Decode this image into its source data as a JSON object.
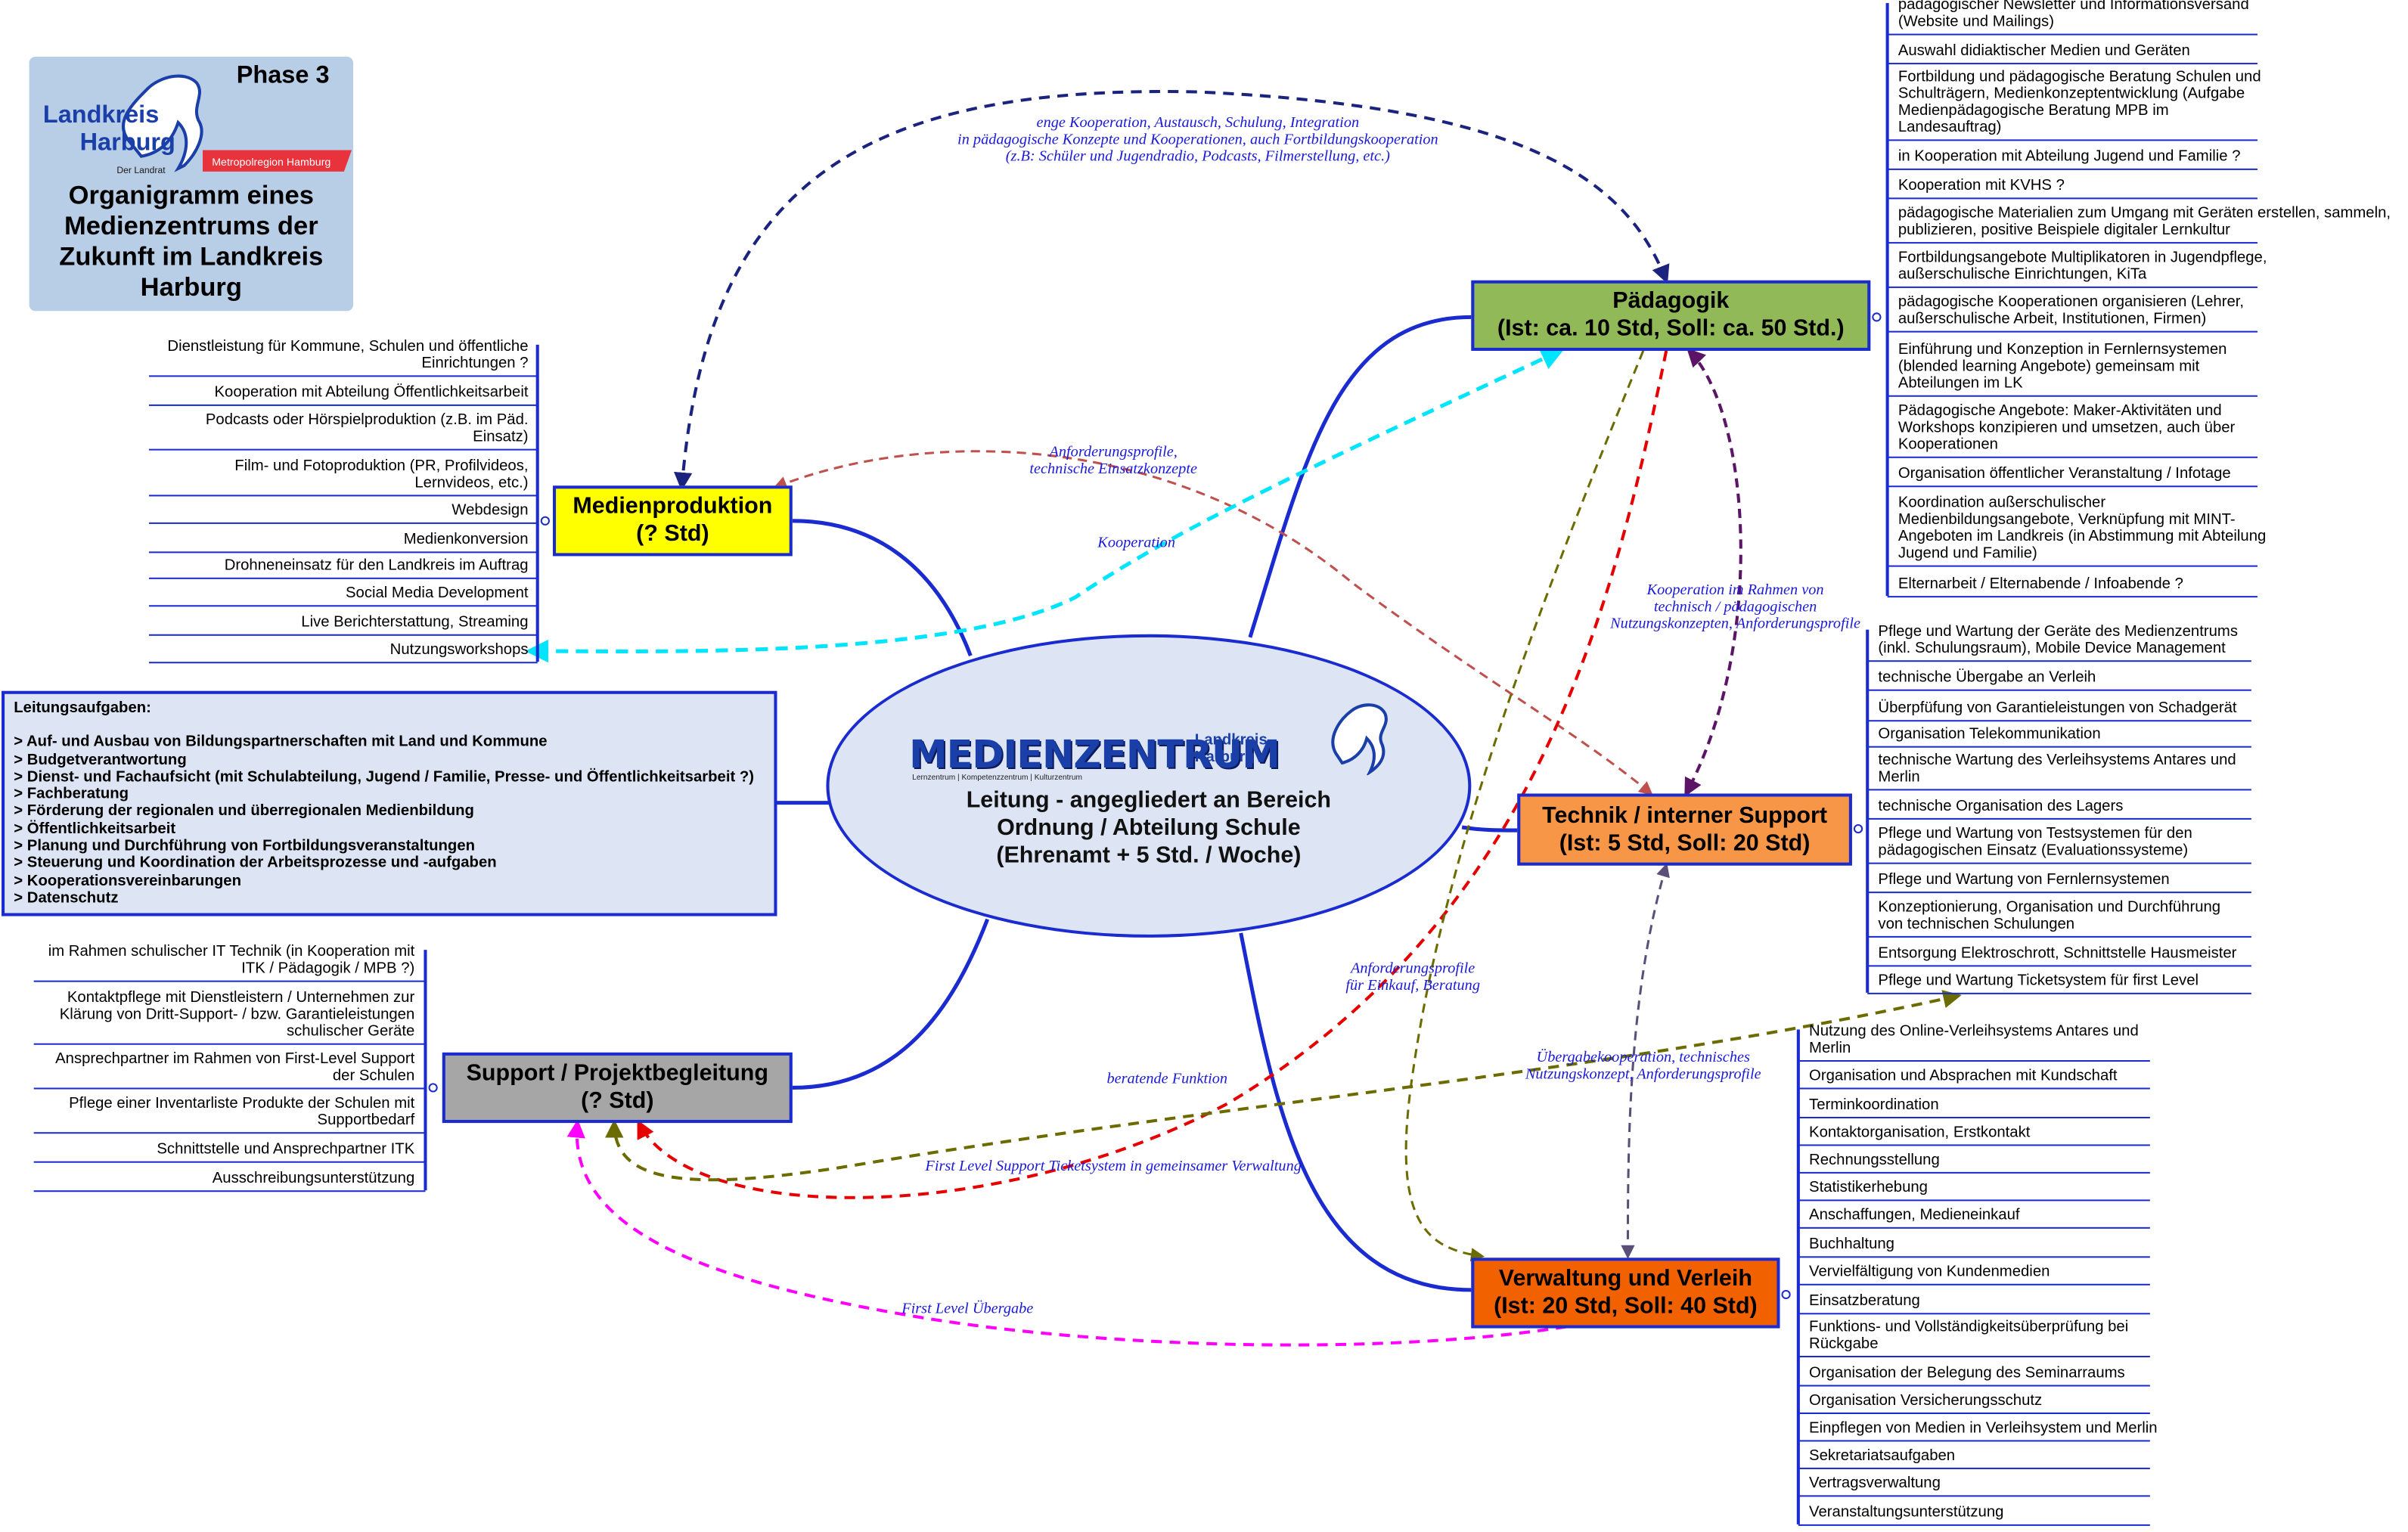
{
  "header": {
    "phase": "Phase 3",
    "logo_text": [
      "Landkreis",
      "Harburg",
      "Der Landrat",
      "Metropolregion Hamburg"
    ],
    "title": [
      "Organigramm eines",
      "Medienzentrums der",
      "Zukunft im Landkreis",
      "Harburg"
    ]
  },
  "central": {
    "brand": "MEDIENZENTRUM",
    "brand_sub": "Lernzentrum | Kompetenzzentrum | Kulturzentrum",
    "brand_lk": [
      "Landkreis",
      "Harburg"
    ],
    "lines": [
      "Leitung - angegliedert an Bereich",
      "Ordnung / Abteilung Schule",
      "(Ehrenamt + 5 Std. / Woche)"
    ]
  },
  "nodes": {
    "medienproduktion": {
      "lines": [
        "Medienproduktion",
        "(? Std)"
      ],
      "color": "#ffff00"
    },
    "paedagogik": {
      "lines": [
        "Pädagogik",
        "(Ist: ca. 10 Std, Soll: ca. 50 Std.)"
      ],
      "color": "#92b957"
    },
    "technik": {
      "lines": [
        "Technik / interner Support",
        "(Ist: 5 Std, Soll: 20 Std)"
      ],
      "color": "#f79646"
    },
    "support": {
      "lines": [
        "Support / Projektbegleitung",
        "(? Std)"
      ],
      "color": "#a6a6a6"
    },
    "verwaltung": {
      "lines": [
        "Verwaltung und Verleih",
        "(Ist: 20 Std, Soll: 40 Std)"
      ],
      "color": "#f26100"
    }
  },
  "leitung": {
    "heading": "Leitungsaufgaben:",
    "items": [
      "> Auf- und Ausbau von Bildungspartnerschaften mit Land und Kommune",
      "> Budgetverantwortung",
      "> Dienst-  und Fachaufsicht (mit Schulabteilung, Jugend / Familie, Presse- und Öffentlichkeitsarbeit ?)",
      "> Fachberatung",
      "> Förderung der regionalen und überregionalen Medienbildung",
      "> Öffentlichkeitsarbeit",
      "> Planung und Durchführung von Fortbildungsveranstaltungen",
      "> Steuerung und Koordination der Arbeitsprozesse und -aufgaben",
      "> Kooperationsvereinbarungen",
      "> Datenschutz"
    ]
  },
  "leaves": {
    "medienproduktion": [
      [
        "Dienstleistung für Kommune, Schulen und öffentliche",
        "Einrichtungen ?"
      ],
      [
        "Kooperation mit Abteilung Öffentlichkeitsarbeit"
      ],
      [
        "Podcasts oder Hörspielproduktion (z.B. im Päd.",
        "Einsatz)"
      ],
      [
        "Film- und Fotoproduktion (PR, Profilvideos,",
        "Lernvideos, etc.)"
      ],
      [
        "Webdesign"
      ],
      [
        "Medienkonversion"
      ],
      [
        "Drohneneinsatz für den Landkreis im Auftrag"
      ],
      [
        "Social Media Development"
      ],
      [
        "Live Berichterstattung, Streaming"
      ],
      [
        "Nutzungsworkshops"
      ]
    ],
    "support": [
      [
        "im Rahmen schulischer IT Technik (in Kooperation mit",
        "ITK / Pädagogik / MPB ?)"
      ],
      [
        "Kontaktpflege mit Dienstleistern / Unternehmen zur",
        "Klärung von Dritt-Support- / bzw. Garantieleistungen",
        "schulischer Geräte"
      ],
      [
        "Ansprechpartner im Rahmen von First-Level Support",
        "der Schulen"
      ],
      [
        "Pflege einer Inventarliste Produkte der Schulen mit",
        "Supportbedarf"
      ],
      [
        "Schnittstelle und Ansprechpartner ITK"
      ],
      [
        "Ausschreibungsunterstützung"
      ]
    ],
    "paedagogik": [
      [
        "pädagogischer Newsletter und Informationsversand",
        "(Website und Mailings)"
      ],
      [
        "Auswahl didiaktischer Medien und Geräten"
      ],
      [
        "Fortbildung und pädagogische Beratung Schulen und",
        "Schulträgern, Medienkonzeptentwicklung (Aufgabe",
        "Medienpädagogische Beratung MPB im",
        "Landesauftrag)"
      ],
      [
        "in Kooperation mit Abteilung Jugend und Familie ?"
      ],
      [
        "Kooperation mit KVHS ?"
      ],
      [
        "pädagogische Materialien zum Umgang mit Geräten erstellen,  sammeln,",
        "publizieren, positive Beispiele digitaler Lernkultur"
      ],
      [
        "Fortbildungsangebote Multiplikatoren in Jugendpflege,",
        "außerschulische Einrichtungen, KiTa"
      ],
      [
        "pädagogische Kooperationen organisieren (Lehrer,",
        "außerschulische Arbeit, Institutionen, Firmen)"
      ],
      [
        "Einführung und Konzeption in Fernlernsystemen",
        "(blended learning Angebote) gemeinsam mit",
        "Abteilungen im LK"
      ],
      [
        "Pädagogische Angebote: Maker-Aktivitäten und",
        "Workshops konzipieren und umsetzen, auch über",
        "Kooperationen"
      ],
      [
        "Organisation öffentlicher Veranstaltung / Infotage"
      ],
      [
        "Koordination außerschulischer",
        "Medienbildungsangebote, Verknüpfung mit MINT-",
        "Angeboten im Landkreis (in Abstimmung mit Abteilung",
        "Jugend und Familie)"
      ],
      [
        "Elternarbeit / Elternabende / Infoabende ?"
      ]
    ],
    "technik": [
      [
        "Pflege und Wartung der Geräte des Medienzentrums",
        "(inkl. Schulungsraum), Mobile Device Management"
      ],
      [
        "technische Übergabe an Verleih"
      ],
      [
        "Überpfüfung von Garantieleistungen von Schadgerät"
      ],
      [
        "Organisation Telekommunikation"
      ],
      [
        "technische Wartung des Verleihsystems Antares und",
        "Merlin"
      ],
      [
        "technische Organisation des Lagers"
      ],
      [
        "Pflege und Wartung von Testsystemen für den",
        "pädagogischen Einsatz (Evaluationssysteme)"
      ],
      [
        "Pflege und Wartung von Fernlernsystemen"
      ],
      [
        "Konzeptionierung, Organisation und Durchführung",
        "von technischen Schulungen"
      ],
      [
        "Entsorgung Elektroschrott, Schnittstelle Hausmeister"
      ],
      [
        "Pflege und Wartung Ticketsystem für first Level"
      ]
    ],
    "verwaltung": [
      [
        "Nutzung des Online-Verleihsystems Antares und",
        "Merlin"
      ],
      [
        "Organisation und Absprachen mit Kundschaft"
      ],
      [
        "Terminkoordination"
      ],
      [
        "Kontaktorganisation, Erstkontakt"
      ],
      [
        "Rechnungsstellung"
      ],
      [
        "Statistikerhebung"
      ],
      [
        "Anschaffungen, Medieneinkauf"
      ],
      [
        "Buchhaltung"
      ],
      [
        "Vervielfältigung von Kundenmedien"
      ],
      [
        "Einsatzberatung"
      ],
      [
        "Funktions- und Vollständigkeitsüberprüfung bei",
        "Rückgabe"
      ],
      [
        "Organisation der Belegung des Seminarraums"
      ],
      [
        "Organisation Versicherungsschutz"
      ],
      [
        "Einpflegen von Medien in Verleihsystem und Merlin"
      ],
      [
        "Sekretariatsaufgaben"
      ],
      [
        "Vertragsverwaltung"
      ],
      [
        "Veranstaltungsunterstützung"
      ]
    ]
  },
  "edge_labels": {
    "kooperation_top": [
      "enge Kooperation, Austausch, Schulung, Integration",
      "in pädagogische Konzepte und Kooperationen, auch Fortbildungskooperation",
      "(z.B: Schüler und Jugendradio, Podcasts, Filmerstellung, etc.)"
    ],
    "anforderung_medien": [
      "Anforderungsprofile,",
      "technische Einsatzkonzepte"
    ],
    "kooperation_cyan": [
      "Kooperation"
    ],
    "kooperation_technik": [
      "Kooperation im Rahmen von",
      "technisch / pädagogischen",
      "Nutzungskonzepten, Anforderungsprofile"
    ],
    "anforderung_einkauf": [
      "Anforderungsprofile",
      "für Einkauf, Beratung"
    ],
    "beratende": [
      "beratende Funktion"
    ],
    "uebergabe": [
      "Übergabekooperation, technisches",
      "Nutzungskonzept, Anforderungsprofile"
    ],
    "first_level_ticket": [
      "First Level Support Ticketsystem in gemeinsamer Verwaltung"
    ],
    "first_level_uebergabe": [
      "First Level Übergabe"
    ]
  },
  "colors": {
    "line": "#1a2bd0",
    "navy_dash": "#1a237e",
    "red_dash": "#e60000",
    "cyan_dash": "#00e5ff",
    "brown_red_dash": "#c0504d",
    "purple_dash": "#5b1466",
    "olive_dash": "#6b6b00",
    "magenta_dash": "#ff00ff",
    "slate_dash": "#5b4f7a",
    "central_fill": "#dde5f4",
    "header_fill": "#b8cde6"
  }
}
